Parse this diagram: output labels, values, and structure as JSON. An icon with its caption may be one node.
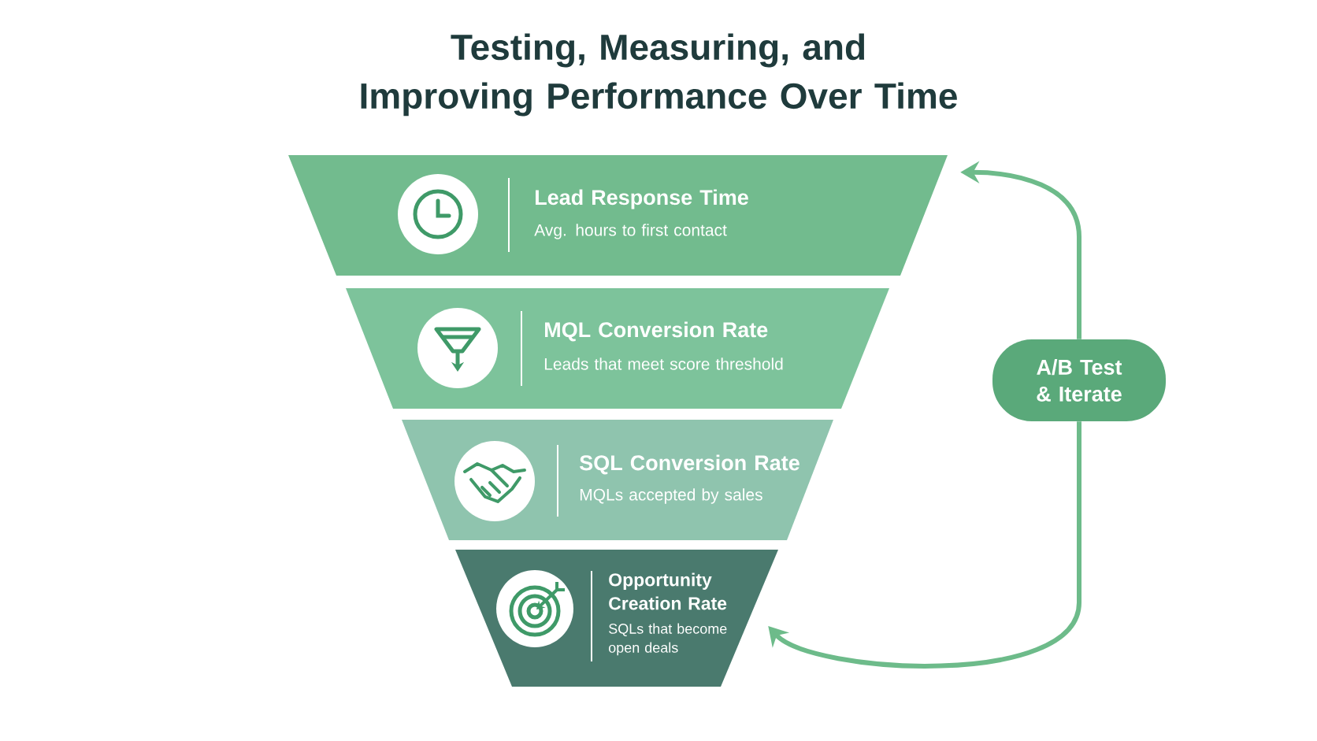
{
  "diagram": {
    "title": "Testing, Measuring, and Improving Performance Over Time",
    "nodes": [
      {
        "text": [
          "Lead Response Time",
          "Avg. hours to first contact"
        ]
      },
      {
        "text": [
          "MQL Conversion Rate",
          "Leads that meet score threshold"
        ]
      },
      {
        "text": [
          "SQL Conversion Rate",
          "MQLs accepted by sales"
        ]
      },
      {
        "text": [
          "Opportunity Creation Rate",
          "SQLs that become open deals"
        ]
      },
      {
        "text": [
          "A/B Test & Iterate"
        ]
      }
    ],
    "edges": [
      {
        "from": 4,
        "to": 0,
        "arrow": "to"
      },
      {
        "from": 4,
        "to": 3,
        "arrow": "to"
      }
    ]
  }
}
